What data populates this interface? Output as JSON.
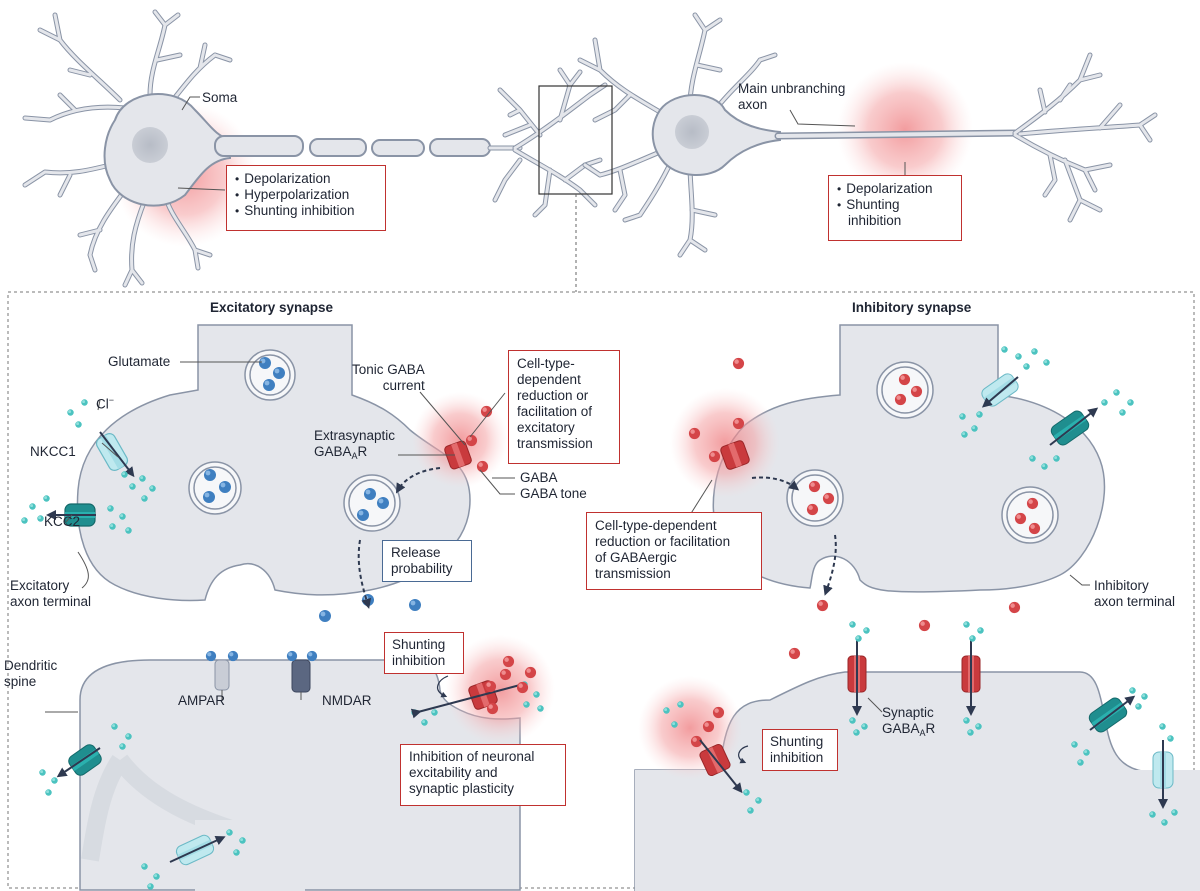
{
  "top": {
    "soma_label": "Soma",
    "left_box": [
      "Depolarization",
      "Hyperpolarization",
      "Shunting inhibition"
    ],
    "axon_label": [
      "Main unbranching",
      "axon"
    ],
    "right_box": [
      "Depolarization",
      "Shunting",
      "inhibition"
    ]
  },
  "excitatory": {
    "title": "Excitatory synapse",
    "glutamate": "Glutamate",
    "cl": "Cl",
    "cl_sup": "−",
    "nkcc1": "NKCC1",
    "kcc2": "KCC2",
    "terminal": [
      "Excitatory",
      "axon terminal"
    ],
    "tonic": [
      "Tonic GABA",
      "current"
    ],
    "extrasyn_1": "Extrasynaptic",
    "extrasyn_2": "GABA",
    "extrasyn_sub": "A",
    "extrasyn_3": "R",
    "gaba": "GABA",
    "gaba_tone": "GABA tone",
    "celltype_box": [
      "Cell-type-",
      "dependent",
      "reduction or",
      "facilitation of",
      "excitatory",
      "transmission"
    ],
    "release_box": [
      "Release",
      "probability"
    ],
    "dendritic": [
      "Dendritic",
      "spine"
    ],
    "ampar": "AMPAR",
    "nmdar": "NMDAR",
    "shunting_box": [
      "Shunting",
      "inhibition"
    ],
    "inhibition_box": [
      "Inhibition of neuronal",
      "excitability and",
      "synaptic plasticity"
    ]
  },
  "inhibitory": {
    "title": "Inhibitory synapse",
    "celltype_box": [
      "Cell-type-dependent",
      "reduction or facilitation",
      "of GABAergic",
      "transmission"
    ],
    "terminal": [
      "Inhibitory",
      "axon terminal"
    ],
    "synaptic_1": "Synaptic",
    "synaptic_2": "GABA",
    "synaptic_sub": "A",
    "synaptic_3": "R",
    "shunting_box": [
      "Shunting",
      "inhibition"
    ]
  },
  "colors": {
    "cell_fill": "#e4e6eb",
    "cell_stroke": "#8a94a6",
    "gaba": "#d44548",
    "glutamate": "#3f7fc0",
    "chloride": "#4cc3c0",
    "kcc2_channel": "#1f8e8f",
    "nkcc1_channel": "#bfe9ef",
    "receptor_red": "#c93a3d",
    "glow": "#f08a8c",
    "box_border": "#c0312f",
    "box_border_blue": "#4a6a94"
  },
  "icons": [
    "neuron-soma",
    "dendrite-tree",
    "myelin-sheath",
    "vesicle",
    "chloride-ion",
    "gaba-molecule",
    "glutamate-molecule",
    "ion-channel",
    "gabaa-receptor",
    "ampa-receptor",
    "nmda-receptor"
  ]
}
